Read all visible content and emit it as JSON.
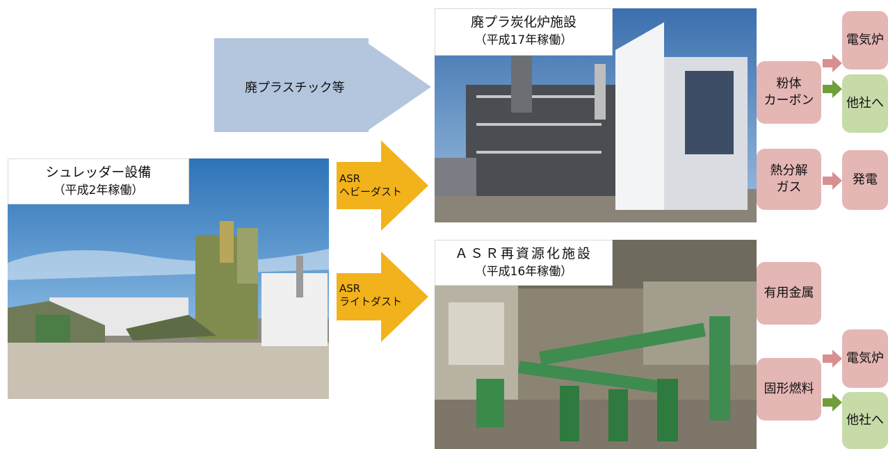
{
  "main_input": {
    "label": "廃プラスチック等"
  },
  "shredder": {
    "title": "シュレッダー設備",
    "subtitle": "（平成2年稼働）"
  },
  "heavy_arrow": {
    "line1": "ASR",
    "line2": "ヘビーダスト"
  },
  "light_arrow": {
    "line1": "ASR",
    "line2": "ライトダスト"
  },
  "carbonization": {
    "title": "廃プラ炭化炉施設",
    "subtitle": "（平成17年稼働）"
  },
  "asr_facility": {
    "title": "ＡＳＲ再資源化施設",
    "subtitle": "（平成16年稼働）"
  },
  "outputs_top": {
    "powder_carbon": {
      "line1": "粉体",
      "line2": "カーボン"
    },
    "electric_furnace": "電気炉",
    "other_company": "他社へ",
    "pyrolysis_gas": {
      "line1": "熱分解",
      "line2": "ガス"
    },
    "power": "発電"
  },
  "outputs_bottom": {
    "useful_metal": "有用金属",
    "solid_fuel": "固形燃料",
    "electric_furnace": "電気炉",
    "other_company": "他社へ"
  },
  "colors": {
    "input_arrow": "#b4c6dd",
    "asr_arrow": "#f2b21b",
    "pink_box": "#e4b6b4",
    "green_box": "#c6dba8",
    "pink_arrow": "#d98f8f",
    "green_arrow": "#6f9e3a"
  }
}
